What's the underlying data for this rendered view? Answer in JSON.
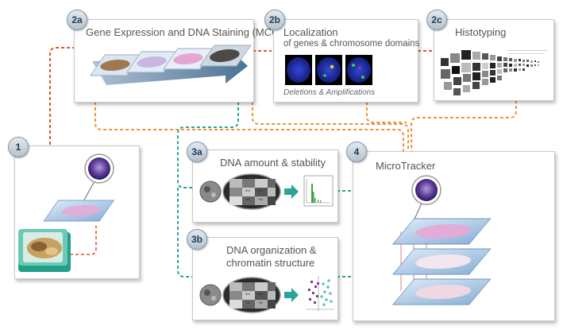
{
  "nodes": {
    "n1": {
      "badge": "1"
    },
    "n2a": {
      "badge": "2a",
      "title": "Gene Expression and DNA Staining (MCCA)"
    },
    "n2b": {
      "badge": "2b",
      "title": "Localization",
      "subtitle": "of genes & chromosome domains",
      "caption": "Deletions & Amplifications"
    },
    "n2c": {
      "badge": "2c",
      "title": "Histotyping"
    },
    "n3a": {
      "badge": "3a",
      "title": "DNA amount & stability",
      "grid_labels": [
        "ID1",
        "ID2",
        "Txt",
        "Txt"
      ]
    },
    "n3b": {
      "badge": "3b",
      "title_line1": "DNA organization &",
      "title_line2": "chromatin structure",
      "grid_labels": [
        "ID1",
        "ID2",
        "Txt",
        "Txt"
      ]
    },
    "n4": {
      "badge": "4",
      "title": "MicroTracker"
    }
  },
  "colors": {
    "orange_line": "#f0913b",
    "orange_dark": "#e0562c",
    "teal_line": "#2aa39a",
    "badge_text": "#1e3e5a",
    "nucleus_blue": "#1c2bb0",
    "scatter_purple": "#7a3e86",
    "scatter_teal": "#5ec3c0"
  }
}
